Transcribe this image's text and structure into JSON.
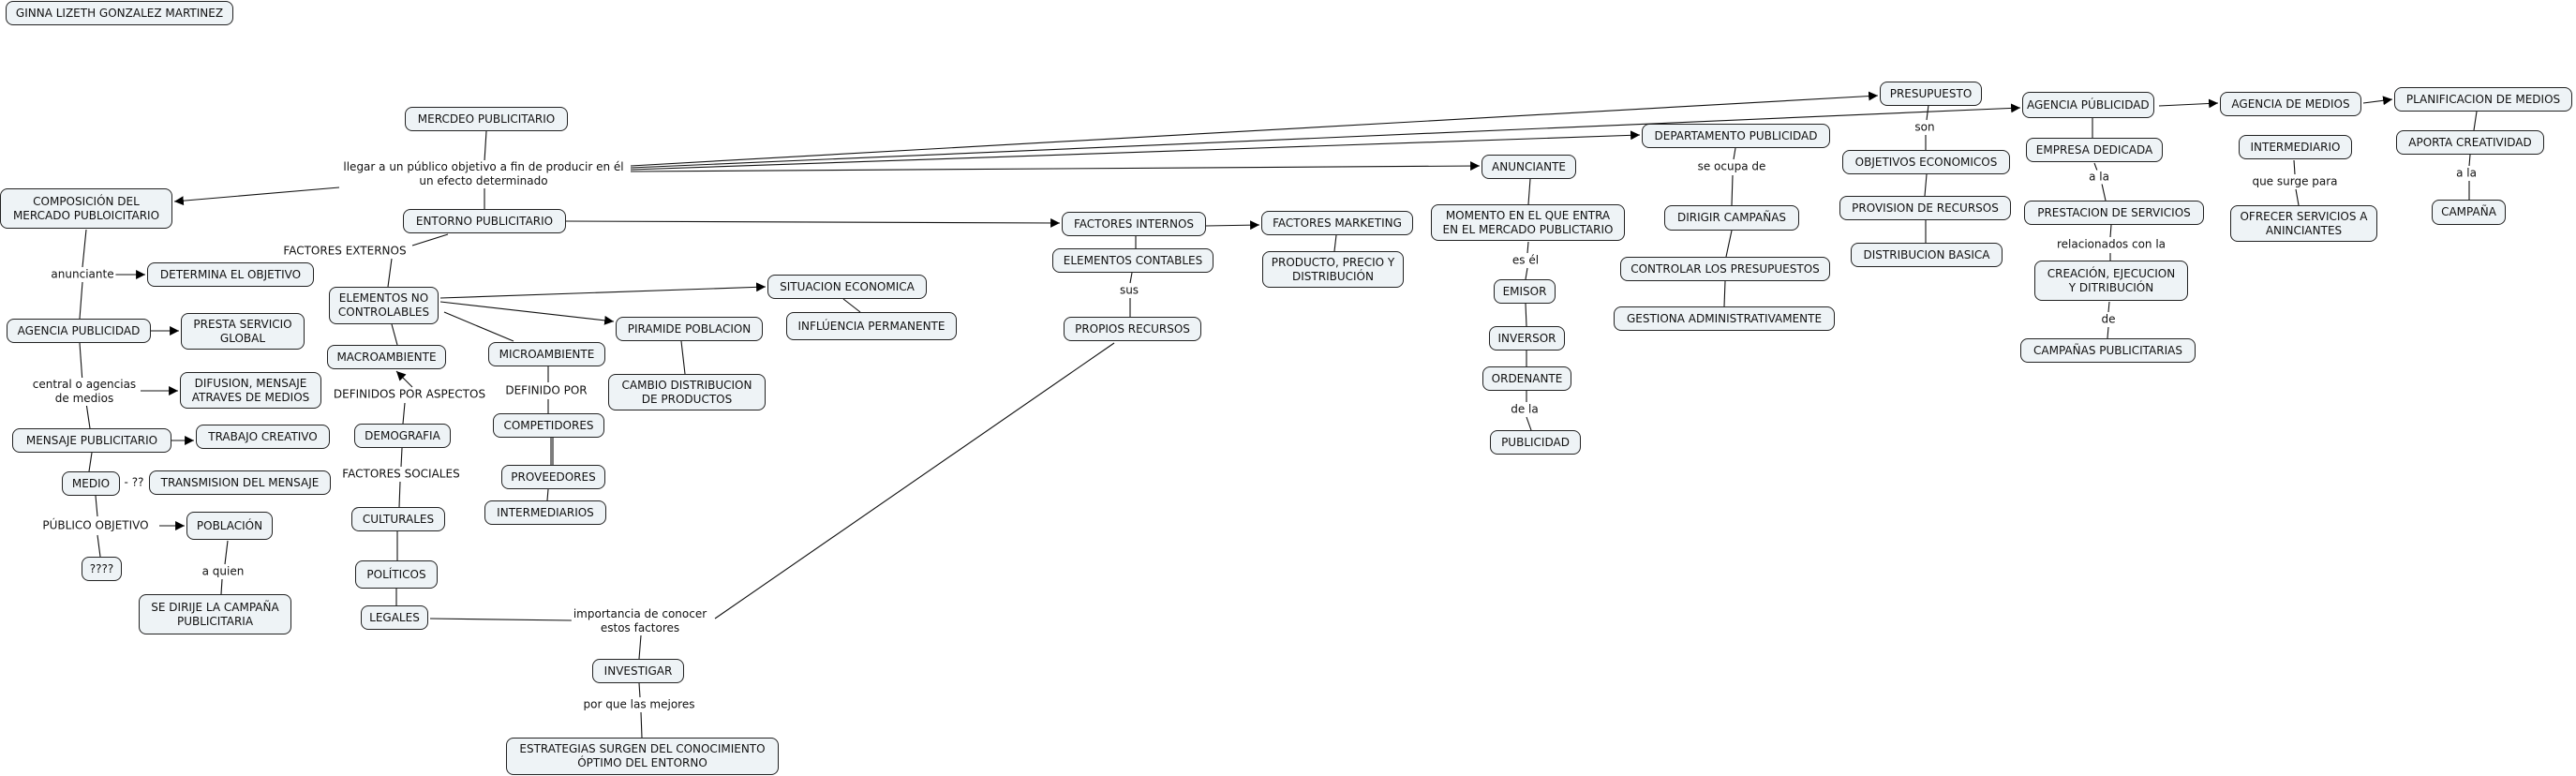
{
  "title": "GINNA LIZETH GONZALEZ MARTINEZ",
  "concepts": {
    "mercadeo": "MERCDEO PUBLICITARIO",
    "entorno": "ENTORNO PUBLICITARIO",
    "composicion": "COMPOSICIÓN DEL\nMERCADO PUBLOICITARIO",
    "determina": "DETERMINA EL OBJETIVO",
    "agencia_publicidad": "AGENCIA PUBLICIDAD",
    "presta": "PRESTA SERVICIO\nGLOBAL",
    "difusion": "DIFUSION, MENSAJE\nATRAVES DE MEDIOS",
    "mensaje": "MENSAJE PUBLICITARIO",
    "trabajo": "TRABAJO CREATIVO",
    "medio": "MEDIO",
    "transmision": "TRANSMISION DEL MENSAJE",
    "poblacion": "POBLACIÓN",
    "interrogantes": "????",
    "se_dirije": "SE DIRIJE LA CAMPAÑA\nPUBLICITARIA",
    "elementos_no": "ELEMENTOS NO\nCONTROLABLES",
    "macroambiente": "MACROAMBIENTE",
    "demografia": "DEMOGRAFIA",
    "culturales": "CULTURALES",
    "politicos": "POLÍTICOS",
    "legales": "LEGALES",
    "microambiente": "MICROAMBIENTE",
    "competidores": "COMPETIDORES",
    "proveedores": "PROVEEDORES",
    "intermediarios": "INTERMEDIARIOS",
    "situacion": "SITUACION ECONOMICA",
    "influencia": "INFLÚENCIA PERMANENTE",
    "piramide": "PIRAMIDE POBLACION",
    "cambio": "CAMBIO DISTRIBUCION\nDE PRODUCTOS",
    "investigar": "INVESTIGAR",
    "estrategias": "ESTRATEGIAS SURGEN DEL CONOCIMIENTO\nÓPTIMO DEL ENTORNO",
    "factores_internos": "FACTORES INTERNOS",
    "elementos_contables": "ELEMENTOS CONTABLES",
    "propios": "PROPIOS RECURSOS",
    "factores_marketing": "FACTORES MARKETING",
    "producto": "PRODUCTO, PRECIO Y\nDISTRIBUCIÓN",
    "anunciante": "ANUNCIANTE",
    "momento": "MOMENTO EN EL QUE ENTRA\nEN EL MERCADO PUBLICTARIO",
    "emisor": "EMISOR",
    "inversor": "INVERSOR",
    "ordenante": "ORDENANTE",
    "publicidad": "PUBLICIDAD",
    "departamento": "DEPARTAMENTO PUBLICIDAD",
    "dirigir": "DIRIGIR CAMPAÑAS",
    "controlar": "CONTROLAR LOS PRESUPUESTOS",
    "gestiona": "GESTIONA ADMINISTRATIVAMENTE",
    "presupuesto": "PRESUPUESTO",
    "objetivos": "OBJETIVOS ECONOMICOS",
    "provision": "PROVISION DE RECURSOS",
    "distribucion": "DISTRIBUCION BASICA",
    "agencia_publicidad2": "AGENCIA PÚBLICIDAD",
    "empresa": "EMPRESA DEDICADA",
    "prestacion": "PRESTACION DE SERVICIOS",
    "creacion": "CREACIÓN, EJECUCION\nY DITRIBUCIÓN",
    "campanas": "CAMPAÑAS PUBLICITARIAS",
    "agencia_medios": "AGENCIA DE MEDIOS",
    "intermediario": "INTERMEDIARIO",
    "ofrecer": "OFRECER SERVICIOS A\nANINCIANTES",
    "planificacion": "PLANIFICACION DE MEDIOS",
    "aporta": "APORTA CREATIVIDAD",
    "campana": "CAMPAÑA"
  },
  "links": {
    "llegar": "llegar a un público objetivo a fin de producir en él\nun efecto determinado",
    "anunciante": "anunciante",
    "central": "central o agencias\nde medios",
    "dudas": "- ??",
    "publico": "PÚBLICO OBJETIVO",
    "a_quien": "a quien",
    "externos": "FACTORES EXTERNOS",
    "definidos": "DEFINIDOS POR ASPECTOS",
    "sociales": "FACTORES SOCIALES",
    "definido": "DEFINIDO POR",
    "importancia": "importancia de conocer\nestos factores",
    "por_que": "por que las mejores",
    "sus": "sus",
    "es_el": "es él",
    "de_la": "de la",
    "se_ocupa": "se ocupa de",
    "son": "son",
    "a_la1": "a la",
    "relacionados": "relacionados con la",
    "de": "de",
    "que_surge": "que surge para",
    "a_la2": "a la"
  }
}
